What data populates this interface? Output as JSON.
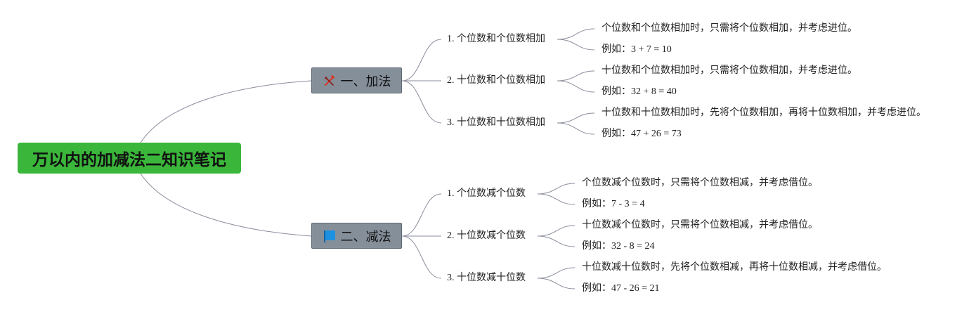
{
  "root": {
    "title": "万以内的加减法二知识笔记"
  },
  "branches": [
    {
      "title": "一、加法",
      "icon": "tools-icon",
      "subtopics": [
        {
          "label": "1. 个位数和个位数相加",
          "rule": "个位数和个位数相加时，只需将个位数相加，并考虑进位。",
          "example": "例如：3 + 7 = 10"
        },
        {
          "label": "2. 十位数和个位数相加",
          "rule": "十位数和个位数相加时，只需将个位数相加，并考虑进位。",
          "example": "例如：32 + 8 = 40"
        },
        {
          "label": "3. 十位数和十位数相加",
          "rule": "十位数和十位数相加时，先将个位数相加，再将十位数相加，并考虑进位。",
          "example": "例如：47 + 26 = 73"
        }
      ]
    },
    {
      "title": "二、减法",
      "icon": "flag-icon",
      "subtopics": [
        {
          "label": "1. 个位数减个位数",
          "rule": "个位数减个位数时，只需将个位数相减，并考虑借位。",
          "example": "例如：7 - 3 = 4"
        },
        {
          "label": "2. 十位数减个位数",
          "rule": "十位数减个位数时，只需将个位数相减，并考虑借位。",
          "example": "例如：32 - 8 = 24"
        },
        {
          "label": "3. 十位数减十位数",
          "rule": "十位数减十位数时，先将个位数相减，再将十位数相减，并考虑借位。",
          "example": "例如：47 - 26 = 21"
        }
      ]
    }
  ],
  "colors": {
    "root": "#3ab63a",
    "branch": "#858f9a",
    "line": "#8a8d9c",
    "tools_icon": "#d23a2e",
    "flag_icon": "#1e90e0"
  }
}
